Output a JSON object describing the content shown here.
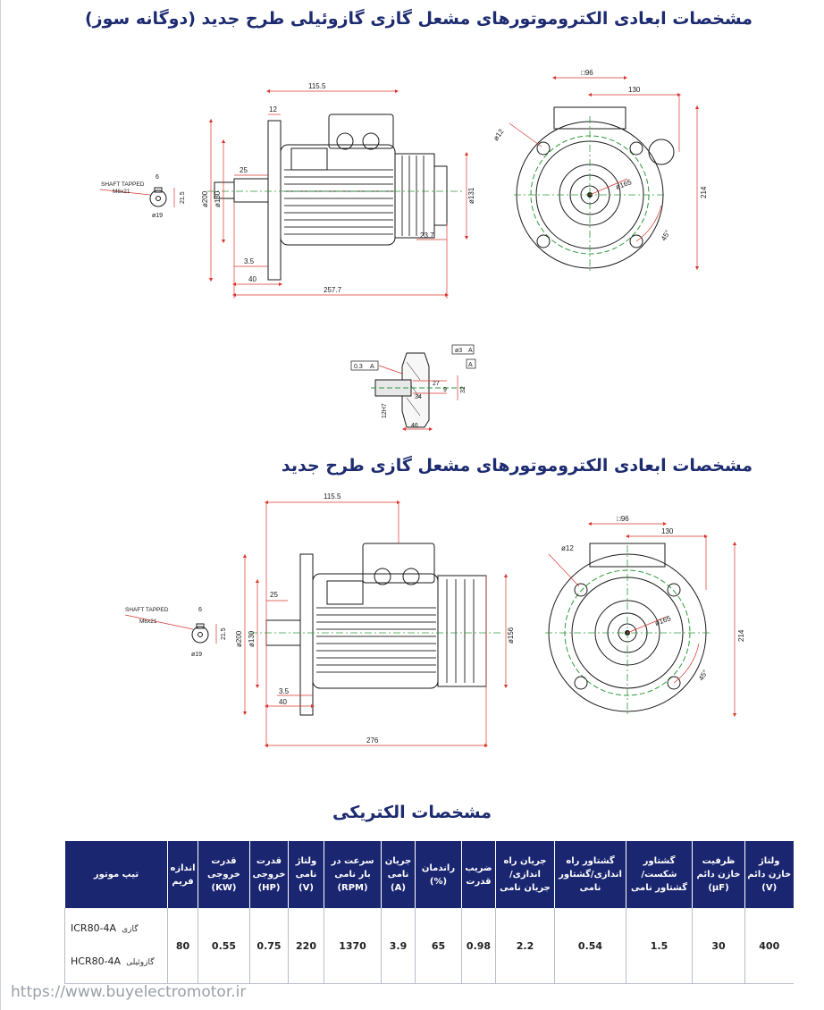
{
  "titles": {
    "top": "مشخصات ابعادی الکتروموتورهای مشعل گازی گازوئیلی طرح جدید (دوگانه سوز)",
    "middle": "مشخصات ابعادی الکتروموتورهای مشعل گازی طرح جدید",
    "electrical": "مشخصات الکتریکی"
  },
  "drawing1": {
    "dims": [
      "115.5",
      "12",
      "25",
      "ø200",
      "ø130",
      "3.5",
      "40",
      "257.7",
      "ø131",
      "23.7"
    ],
    "shaft": {
      "tapped": "SHAFT TAPPED",
      "thread": "M6x21",
      "key": "6",
      "height": "21.5",
      "dia": "ø19"
    }
  },
  "endview1": {
    "dims": [
      "□96",
      "130",
      "ø12",
      "ø165",
      "214",
      "45°"
    ]
  },
  "detail": {
    "dims": [
      "0.3",
      "A",
      "ø3",
      "A",
      "A",
      "27",
      "34",
      "46",
      "32",
      "12H7",
      "9"
    ]
  },
  "drawing2": {
    "dims": [
      "115.5",
      "25",
      "ø200",
      "ø130",
      "3.5",
      "40",
      "276",
      "ø156"
    ],
    "shaft": {
      "tapped": "SHAFT TAPPED",
      "thread": "M6x21",
      "key": "6",
      "height": "21.5",
      "dia": "ø19"
    }
  },
  "endview2": {
    "dims": [
      "□96",
      "130",
      "ø12",
      "ø165",
      "214",
      "45°"
    ]
  },
  "table": {
    "headers": [
      {
        "fa": "تیپ موتور",
        "en": ""
      },
      {
        "fa": "اندازه فریم",
        "en": ""
      },
      {
        "fa": "قدرت خروجی",
        "en": "(KW)"
      },
      {
        "fa": "قدرت خروجی",
        "en": "(HP)"
      },
      {
        "fa": "ولتاژ نامی",
        "en": "(V)"
      },
      {
        "fa": "سرعت در بار نامی",
        "en": "(RPM)"
      },
      {
        "fa": "جریان نامی",
        "en": "(A)"
      },
      {
        "fa": "راندمان",
        "en": "(%)"
      },
      {
        "fa": "ضریب قدرت",
        "en": ""
      },
      {
        "fa": "جریان راه اندازی/جریان نامی",
        "en": ""
      },
      {
        "fa": "گشتاور راه اندازی/گشتاور نامی",
        "en": ""
      },
      {
        "fa": "گشتاور شکست/گشتاور نامی",
        "en": ""
      },
      {
        "fa": "ظرفیت خازن دائم",
        "en": "(µF)"
      },
      {
        "fa": "ولتاژ خازن دائم",
        "en": "(V)"
      }
    ],
    "models": [
      {
        "code": "ICR80-4A",
        "fa": "گازی"
      },
      {
        "code": "HCR80-4A",
        "fa": "گازوئیلی"
      }
    ],
    "values": [
      "80",
      "0.55",
      "0.75",
      "220",
      "1370",
      "3.9",
      "65",
      "0.98",
      "2.2",
      "0.54",
      "1.5",
      "30",
      "400"
    ]
  },
  "footer": {
    "url": "https://www.buyelectromotor.ir"
  },
  "colors": {
    "title": "#1d2b70",
    "header_bg": "#1b2671",
    "dimension": "#d9372f",
    "outline": "#1a1a1a",
    "centerline": "#2e9a3a"
  }
}
